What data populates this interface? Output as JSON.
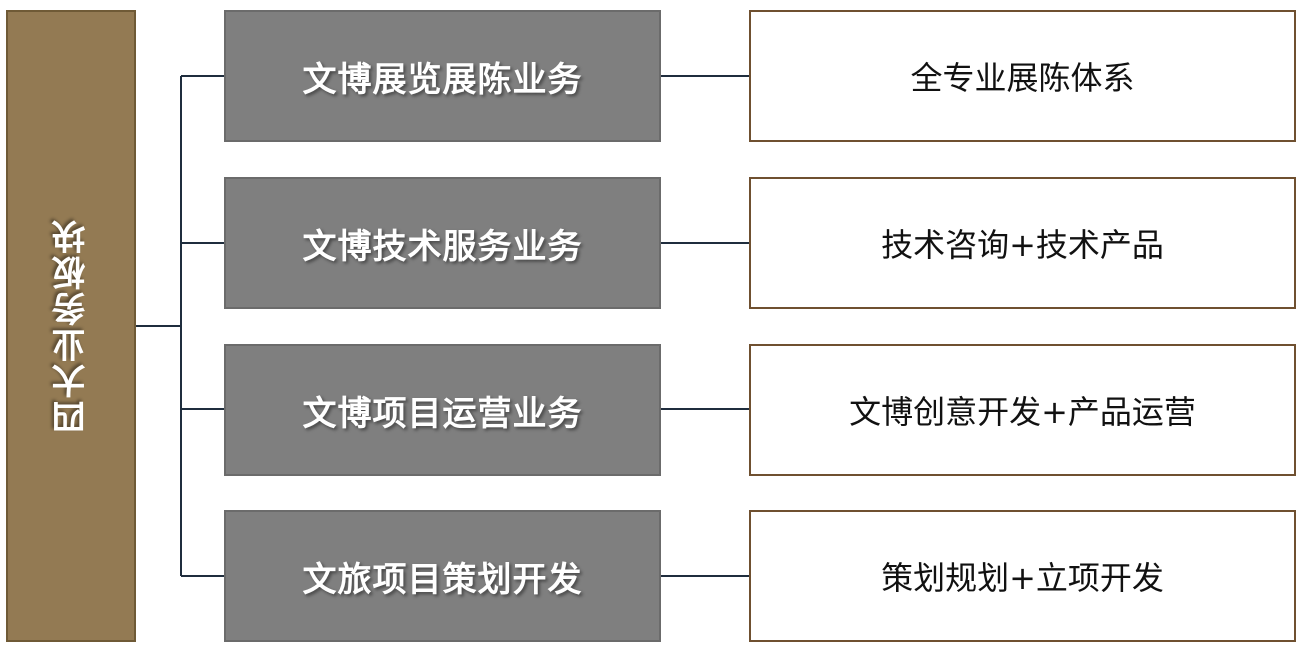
{
  "colors": {
    "root_fill": "#937a53",
    "business_fill": "#7f7f7f",
    "connector": "#1f2d3d",
    "detail_border": "#6f5030"
  },
  "root": {
    "label": "四大业务板块"
  },
  "rows": [
    {
      "business": "文博展览展陈业务",
      "detail": "全专业展陈体系"
    },
    {
      "business": "文博技术服务业务",
      "detail": "技术咨询+技术产品"
    },
    {
      "business": "文博项目运营业务",
      "detail": "文博创意开发+产品运营"
    },
    {
      "business": "文旅项目策划开发",
      "detail": "策划规划+立项开发"
    }
  ]
}
